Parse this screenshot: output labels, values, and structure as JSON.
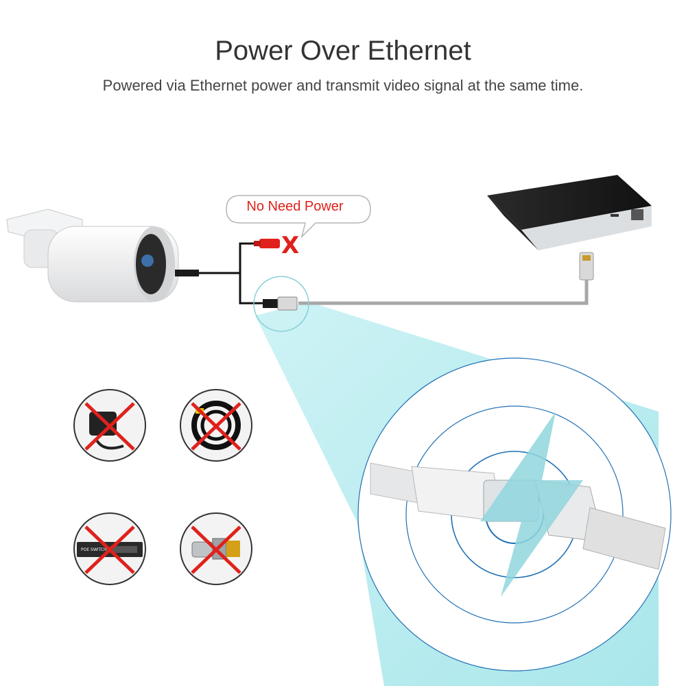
{
  "header": {
    "title": "Power Over Ethernet",
    "subtitle": "Powered via Ethernet power and transmit video signal at the same time."
  },
  "callout": {
    "bubble_text": "No Need Power",
    "x_mark": "X"
  },
  "icons": {
    "no_adapter": "power-adapter-icon",
    "no_cable": "bnc-power-cable-icon",
    "no_switch": "poe-switch-icon",
    "no_connector": "bnc-connector-icon",
    "switch_label": "POE SWITCH"
  },
  "colors": {
    "accent_red": "#e0211b",
    "beam_cyan": "#9fe1e6",
    "ring_blue": "#1f6fb4"
  }
}
